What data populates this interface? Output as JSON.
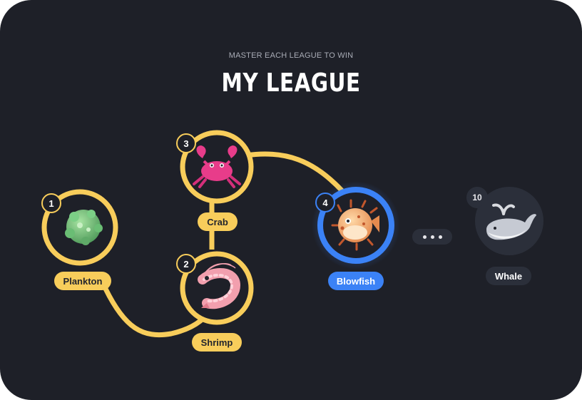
{
  "header": {
    "kicker": "MASTER EACH LEAGUE TO WIN",
    "title": "MY LEAGUE"
  },
  "leagues": [
    {
      "rank": "1",
      "name": "Plankton",
      "icon": "plankton-icon",
      "state": "completed"
    },
    {
      "rank": "2",
      "name": "Shrimp",
      "icon": "shrimp-icon",
      "state": "completed"
    },
    {
      "rank": "3",
      "name": "Crab",
      "icon": "crab-icon",
      "state": "completed"
    },
    {
      "rank": "4",
      "name": "Blowfish",
      "icon": "blowfish-icon",
      "state": "current"
    },
    {
      "rank": "10",
      "name": "Whale",
      "icon": "whale-icon",
      "state": "locked"
    }
  ],
  "colors": {
    "background": "#1e2028",
    "completed": "#f8cd5b",
    "current": "#3b82f6",
    "locked": "#2b2f3a"
  }
}
